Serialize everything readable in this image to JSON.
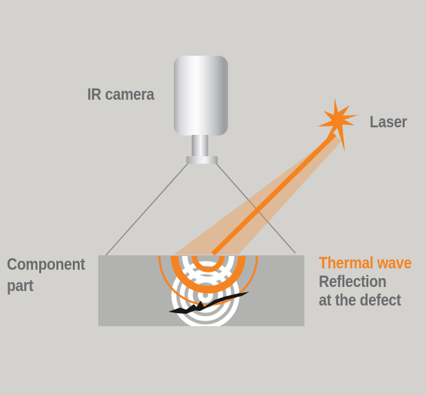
{
  "labels": {
    "ir_camera": "IR camera",
    "laser": "Laser",
    "component_part": {
      "line1": "Component",
      "line2": "part"
    },
    "thermal_wave": "Thermal wave",
    "reflection": {
      "line1": "Reflection",
      "line2": "at the defect"
    }
  },
  "colors": {
    "background": "#d3d2cf",
    "component_block": "#b2b2b1",
    "accent_orange": "#f5831f",
    "beam_fan_orange": "#ee9440",
    "label_gray": "#6a6b6e",
    "fov_line_gray": "#8b8b8b",
    "crack_black": "#161616",
    "wave_white": "#ffffff"
  },
  "icons": {
    "ir_camera_icon": "metallic camera cylinder with lens neck",
    "laser_starburst_icon": "orange starburst flash",
    "laser_beam": "orange beam with translucent fan",
    "thermal_wave_arcs_icon": "orange concentric arcs at surface",
    "defect_rings_icon": "white concentric reflection rings",
    "defect_crack_icon": "black jagged crack"
  }
}
